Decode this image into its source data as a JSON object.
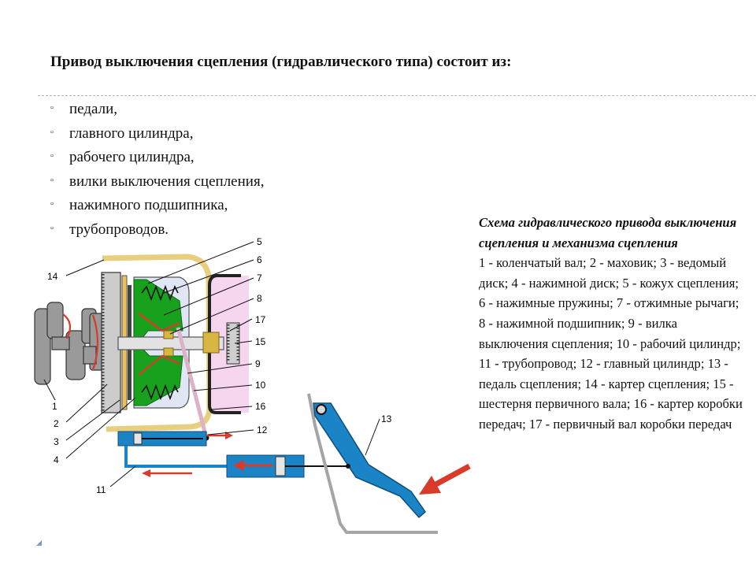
{
  "heading": "Привод выключения сцепления (гидравлического типа) состоит из:",
  "bullet_marker": "▫",
  "components": [
    "педали,",
    "главного цилиндра,",
    "рабочего цилиндра,",
    "вилки выключения сцепления,",
    "нажимного подшипника,",
    "трубопроводов."
  ],
  "caption": {
    "title": "Схема гидравлического привода выключения сцепления и механизма сцепления",
    "body": "1 - коленчатый вал; 2 - маховик; 3 - ведомый диск; 4 - нажимной диск; 5 - кожух сцепления; 6 - нажимные пружины; 7 - отжимные рычаги; 8 - нажимной подшипник; 9 - вилка выключения сцепления; 10 - рабочий цилиндр; 11 - трубопровод; 12 - главный цилиндр; 13 - педаль сцепления; 14 - картер сцепления; 15 - шестерня первичного вала; 16 - картер коробки передач; 17 - первичный вал коробки передач"
  },
  "diagram": {
    "labels": {
      "l1": "1",
      "l2": "2",
      "l3": "3",
      "l4": "4",
      "l5": "5",
      "l6": "6",
      "l7": "7",
      "l8": "8",
      "l9": "9",
      "l10": "10",
      "l11": "11",
      "l12": "12",
      "l13": "13",
      "l14": "14",
      "l15": "15",
      "l16": "16",
      "l17": "17"
    },
    "colors": {
      "housing": "#e8cf80",
      "gearbox_case": "#f6d6ee",
      "pressure_plate": "#18a11d",
      "hydraulic": "#1b84c6",
      "arrow": "#d93a2a",
      "crankshaft": "#9a9a9a",
      "bearing": "#d9b642"
    }
  }
}
